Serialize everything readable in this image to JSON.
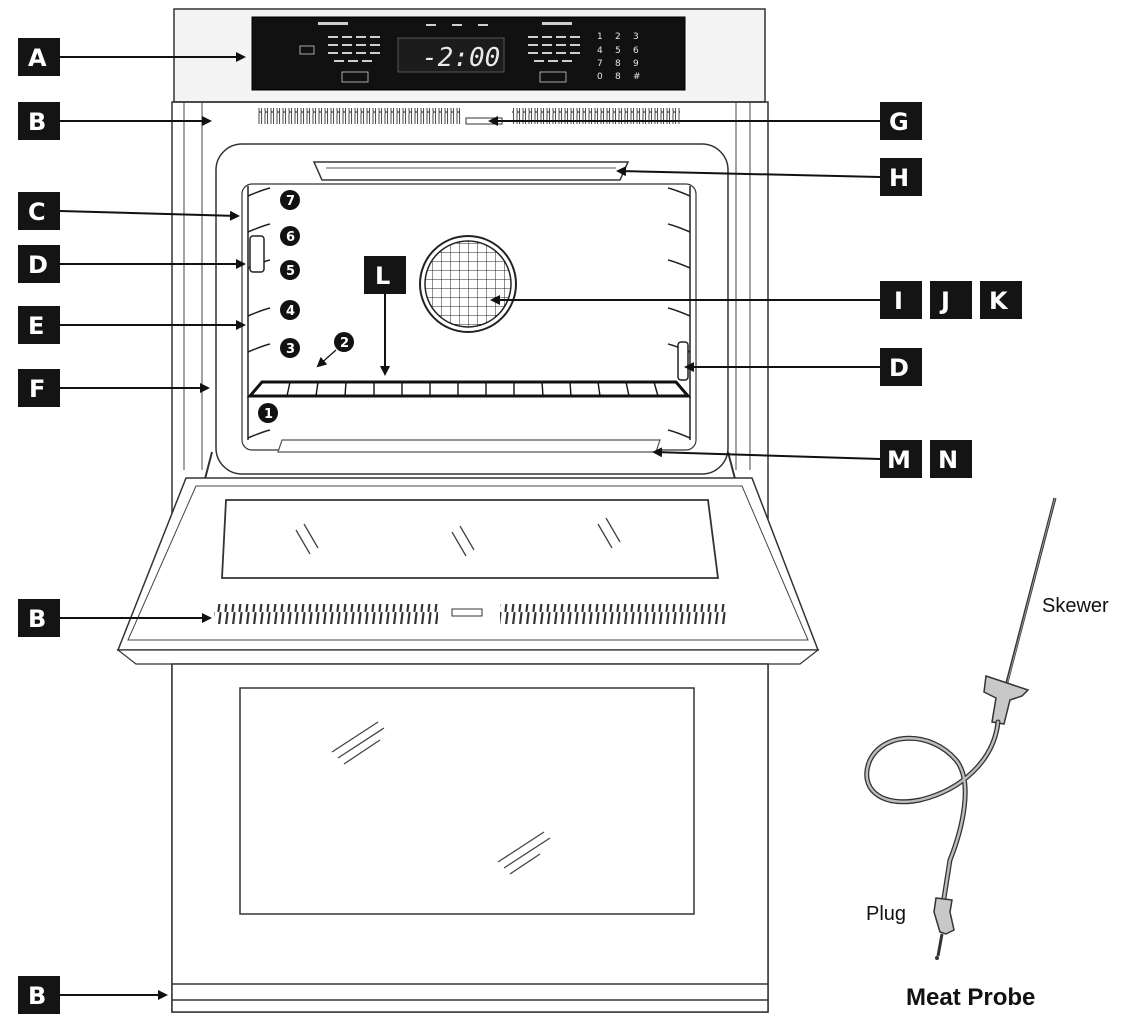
{
  "callouts": {
    "A": "A",
    "B": "B",
    "C": "C",
    "D": "D",
    "E": "E",
    "F": "F",
    "G": "G",
    "H": "H",
    "I": "I",
    "J": "J",
    "K": "K",
    "L": "L",
    "M": "M",
    "N": "N"
  },
  "rack_positions": [
    "1",
    "2",
    "3",
    "4",
    "5",
    "6",
    "7"
  ],
  "control_panel": {
    "display": "-2:00",
    "keypad": [
      "1",
      "2",
      "3",
      "4",
      "5",
      "6",
      "7",
      "8",
      "9",
      "0",
      "8",
      "#"
    ]
  },
  "meat_probe": {
    "title": "Meat Probe",
    "skewer_label": "Skewer",
    "plug_label": "Plug",
    "cord_color": "#bdbdbd"
  }
}
